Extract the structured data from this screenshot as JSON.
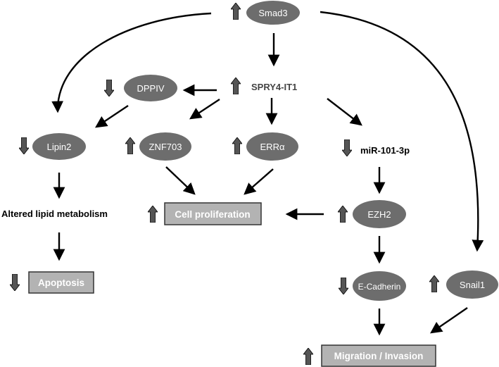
{
  "colors": {
    "node_fill": "#6d6d6d",
    "box_fill": "#b3b3b3",
    "box_stroke": "#333333",
    "arrow_indicator": "#555555",
    "edge": "#000000"
  },
  "nodes": {
    "smad3": {
      "label": "Smad3",
      "trend": "up"
    },
    "dppiv": {
      "label": "DPPIV",
      "trend": "down"
    },
    "spry4_it1": {
      "label": "SPRY4-IT1",
      "trend": "up"
    },
    "lipin2": {
      "label": "Lipin2",
      "trend": "down"
    },
    "znf703": {
      "label": "ZNF703",
      "trend": "up"
    },
    "erra": {
      "label": "ERRα",
      "trend": "up"
    },
    "mir_101_3p": {
      "label": "miR-101-3p",
      "trend": "down"
    },
    "ezh2": {
      "label": "EZH2",
      "trend": "up"
    },
    "altered_lipid": {
      "label": "Altered lipid metabolism"
    },
    "e_cadherin": {
      "label": "E-Cadherin",
      "trend": "down"
    },
    "snail1": {
      "label": "Snail1",
      "trend": "up"
    }
  },
  "outcomes": {
    "cell_proliferation": {
      "label": "Cell proliferation",
      "trend": "up"
    },
    "apoptosis": {
      "label": "Apoptosis",
      "trend": "down"
    },
    "migration_invasion": {
      "label": "Migration / Invasion",
      "trend": "up"
    }
  },
  "edges": [
    [
      "smad3",
      "spry4_it1"
    ],
    [
      "smad3",
      "lipin2"
    ],
    [
      "smad3",
      "snail1"
    ],
    [
      "spry4_it1",
      "dppiv"
    ],
    [
      "spry4_it1",
      "znf703"
    ],
    [
      "spry4_it1",
      "erra"
    ],
    [
      "spry4_it1",
      "mir_101_3p"
    ],
    [
      "dppiv",
      "lipin2"
    ],
    [
      "lipin2",
      "altered_lipid"
    ],
    [
      "altered_lipid",
      "apoptosis"
    ],
    [
      "znf703",
      "cell_proliferation"
    ],
    [
      "erra",
      "cell_proliferation"
    ],
    [
      "mir_101_3p",
      "ezh2"
    ],
    [
      "ezh2",
      "cell_proliferation"
    ],
    [
      "ezh2",
      "e_cadherin"
    ],
    [
      "e_cadherin",
      "migration_invasion"
    ],
    [
      "snail1",
      "migration_invasion"
    ]
  ]
}
